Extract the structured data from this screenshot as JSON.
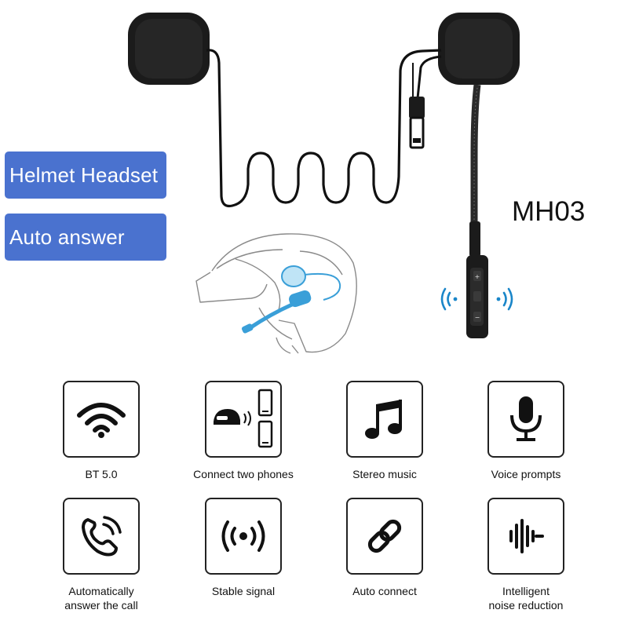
{
  "badges": {
    "helmet_headset": "Helmet Headset",
    "auto_answer": "Auto answer"
  },
  "model": "MH03",
  "features": {
    "bt": {
      "label": "BT 5.0",
      "icon": "wifi-icon"
    },
    "two_phones": {
      "label": "Connect two phones",
      "icon": "two-phones-icon"
    },
    "music": {
      "label": "Stereo music",
      "icon": "music-note-icon"
    },
    "voice": {
      "label": "Voice prompts",
      "icon": "microphone-icon"
    },
    "answer_line1": "Automatically",
    "answer_line2": "answer the call",
    "answer_icon": "phone-ringing-icon",
    "signal": {
      "label": "Stable signal",
      "icon": "signal-broadcast-icon"
    },
    "auto_connect": {
      "label": "Auto connect",
      "icon": "link-icon"
    },
    "noise_line1": "Intelligent",
    "noise_line2": "noise reduction",
    "noise_icon": "sound-wave-icon"
  },
  "colors": {
    "badge": "#4a72cf",
    "helmet_accent": "#3a9fd8",
    "icon": "#111111"
  }
}
